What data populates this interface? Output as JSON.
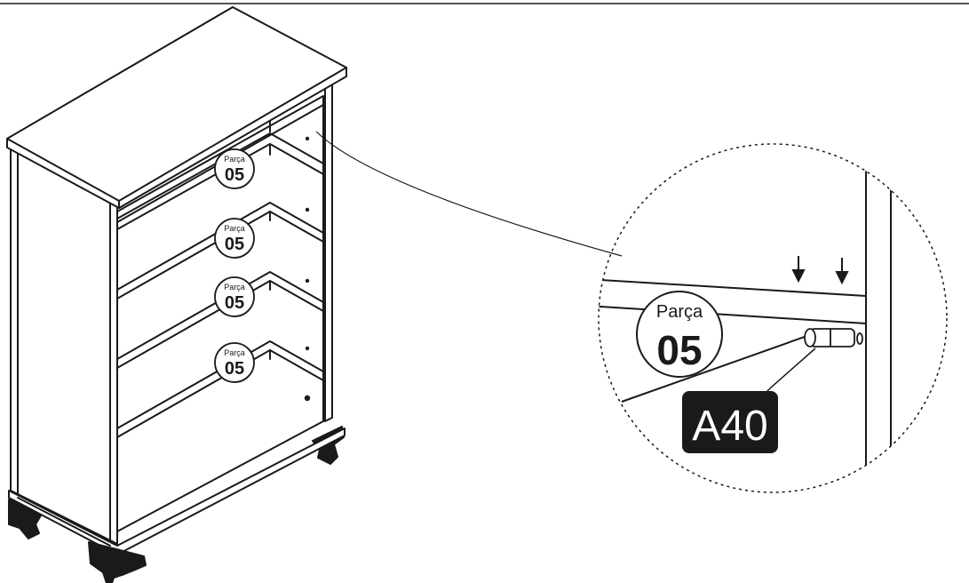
{
  "part_labels": [
    {
      "word": "Parça",
      "number": "05"
    },
    {
      "word": "Parça",
      "number": "05"
    },
    {
      "word": "Parça",
      "number": "05"
    },
    {
      "word": "Parça",
      "number": "05"
    }
  ],
  "detail": {
    "part_label": {
      "word": "Parça",
      "number": "05"
    },
    "hardware_code": "A40"
  },
  "colors": {
    "line": "#1a1a1a",
    "background": "#ffffff",
    "tag_fill": "#1a1a1a",
    "tag_text": "#ffffff"
  }
}
